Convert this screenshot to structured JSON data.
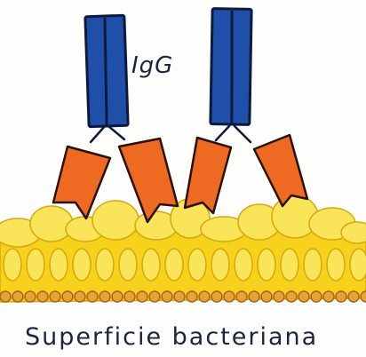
{
  "labels": {
    "antibody": "IgG",
    "surface": "Superficie bacteriana"
  },
  "colors": {
    "heavy_chain_fill": "#1f4fa8",
    "heavy_chain_stroke": "#0d1a3d",
    "fab_fill": "#ee6a22",
    "fab_stroke": "#2a1208",
    "surface_fill": "#f6d21c",
    "surface_bump": "#f9e45a",
    "surface_bump_stroke": "#d7a70b",
    "membrane_bead": "#e7a234",
    "membrane_bead_stroke": "#a9651a",
    "label_ink": "#1c2440"
  },
  "diagram": {
    "antibodies": [
      {
        "name": "igg-left"
      },
      {
        "name": "igg-right"
      }
    ]
  }
}
